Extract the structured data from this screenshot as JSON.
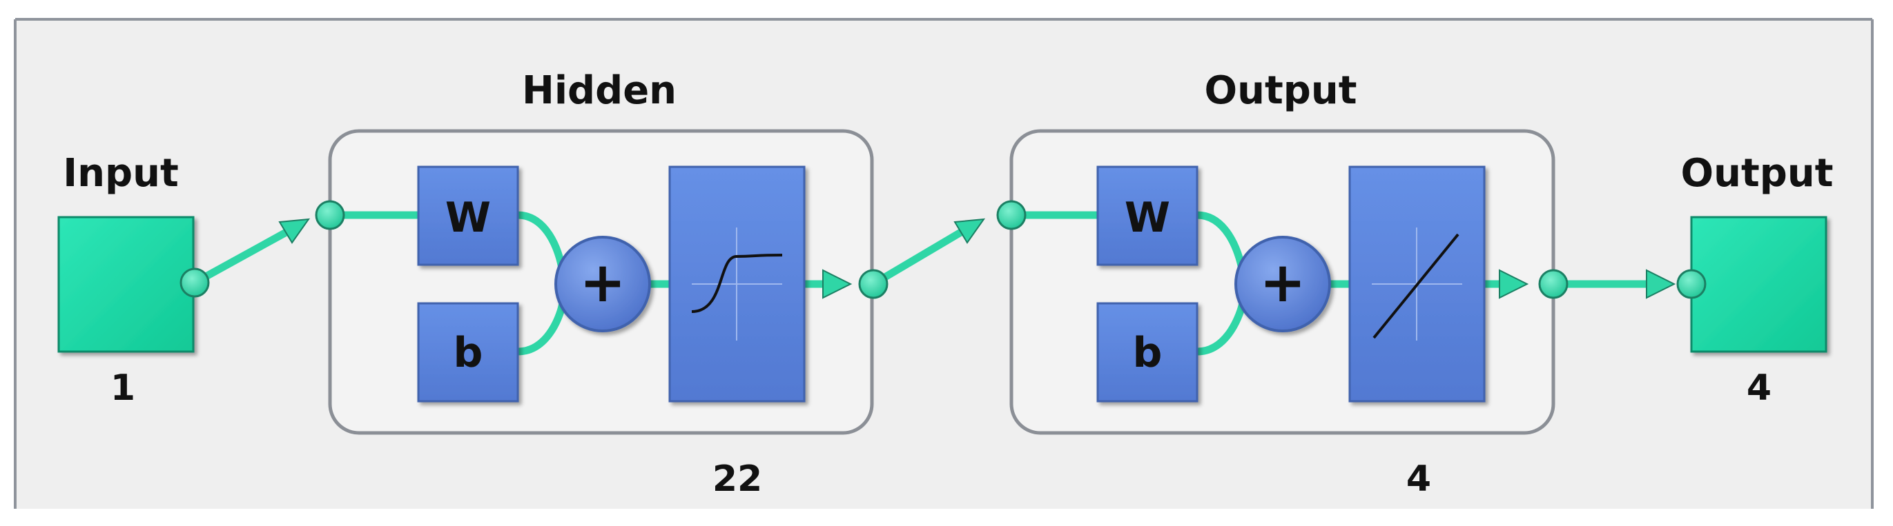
{
  "input": {
    "title": "Input",
    "size": "1"
  },
  "hidden": {
    "title": "Hidden",
    "size": "22",
    "weight_label": "W",
    "bias_label": "b",
    "sum_symbol": "+",
    "transfer": "tansig"
  },
  "output_layer": {
    "title": "Output",
    "size": "4",
    "weight_label": "W",
    "bias_label": "b",
    "sum_symbol": "+",
    "transfer": "purelin"
  },
  "output": {
    "title": "Output",
    "size": "4"
  },
  "colors": {
    "background": "#efefef",
    "frame": "#8f949c",
    "block_fill": "#5b84dc",
    "block_border": "#3f62ad",
    "node": "#2fd6a6",
    "node_border": "#1b7f63",
    "io_fill": "#19d6a7",
    "io_border": "#118a6a"
  }
}
